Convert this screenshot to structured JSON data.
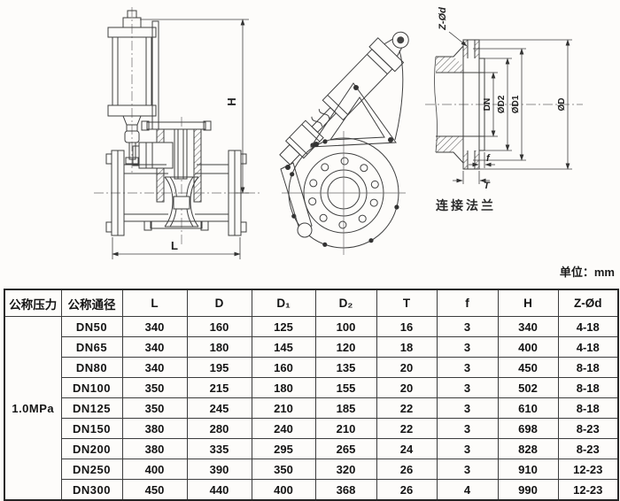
{
  "unit_note": "单位：mm",
  "drawings": {
    "flange_caption": "连接法兰",
    "front_view": {
      "dim_h": "H",
      "dim_l": "L"
    },
    "flange_view": {
      "bolt_label": "Z-Ød",
      "dn_label": "DN",
      "d2_label": "ØD2",
      "d1_label": "ØD1",
      "d_label": "ØD",
      "f_label": "f",
      "t_label": "T"
    }
  },
  "table": {
    "pressure_header": "公称压力",
    "size_header": "公称通径",
    "dim_headers": [
      "L",
      "D",
      "D₁",
      "D₂",
      "T",
      "f",
      "H",
      "Z-Ød"
    ],
    "pressure_value": "1.0MPa",
    "rows": [
      {
        "dn": "DN50",
        "l": "340",
        "d": "160",
        "d1": "125",
        "d2": "100",
        "t": "16",
        "f": "3",
        "h": "340",
        "z": "4-18"
      },
      {
        "dn": "DN65",
        "l": "340",
        "d": "180",
        "d1": "145",
        "d2": "120",
        "t": "18",
        "f": "3",
        "h": "400",
        "z": "4-18"
      },
      {
        "dn": "DN80",
        "l": "340",
        "d": "195",
        "d1": "160",
        "d2": "135",
        "t": "20",
        "f": "3",
        "h": "450",
        "z": "8-18"
      },
      {
        "dn": "DN100",
        "l": "350",
        "d": "215",
        "d1": "180",
        "d2": "155",
        "t": "20",
        "f": "3",
        "h": "502",
        "z": "8-18"
      },
      {
        "dn": "DN125",
        "l": "350",
        "d": "245",
        "d1": "210",
        "d2": "185",
        "t": "22",
        "f": "3",
        "h": "610",
        "z": "8-18"
      },
      {
        "dn": "DN150",
        "l": "380",
        "d": "280",
        "d1": "240",
        "d2": "210",
        "t": "22",
        "f": "3",
        "h": "698",
        "z": "8-23"
      },
      {
        "dn": "DN200",
        "l": "380",
        "d": "335",
        "d1": "295",
        "d2": "265",
        "t": "24",
        "f": "3",
        "h": "828",
        "z": "8-23"
      },
      {
        "dn": "DN250",
        "l": "400",
        "d": "390",
        "d1": "350",
        "d2": "320",
        "t": "26",
        "f": "3",
        "h": "910",
        "z": "12-23"
      },
      {
        "dn": "DN300",
        "l": "450",
        "d": "440",
        "d1": "400",
        "d2": "368",
        "t": "26",
        "f": "4",
        "h": "990",
        "z": "12-23"
      }
    ]
  }
}
